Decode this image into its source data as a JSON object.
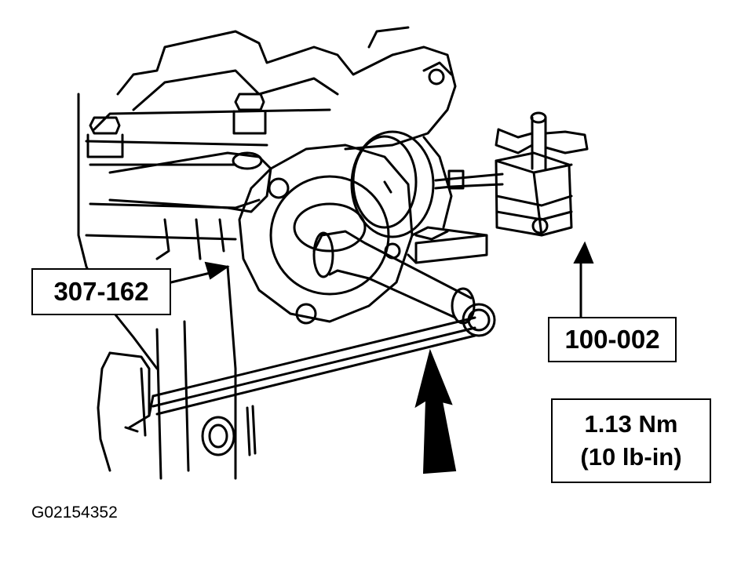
{
  "callouts": {
    "tool_307": "307-162",
    "tool_100": "100-002",
    "torque_nm": "1.13 Nm",
    "torque_lbin": "(10 lb-in)"
  },
  "figure_id": "G02154352",
  "colors": {
    "line": "#000000",
    "background": "#ffffff"
  },
  "icons": [
    "housing-drawing",
    "dial-indicator-icon",
    "magnetic-base-icon",
    "torque-wrench-icon",
    "force-arrow-icon"
  ]
}
